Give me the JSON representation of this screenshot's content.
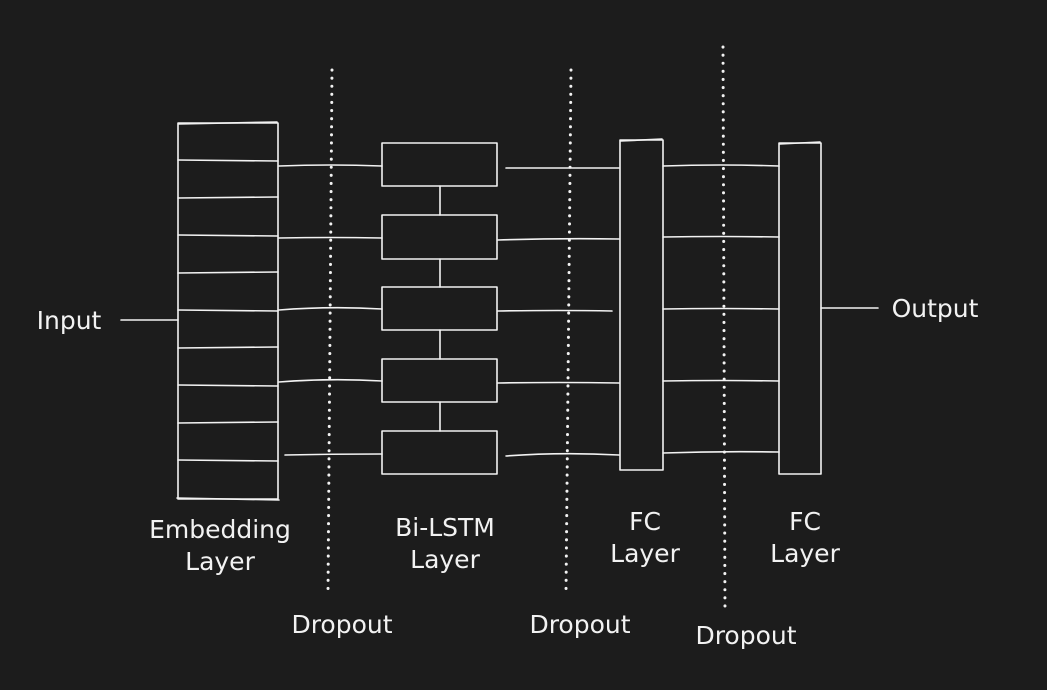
{
  "labels": {
    "input": "Input",
    "output": "Output",
    "embedding_line1": "Embedding",
    "embedding_line2": "Layer",
    "bilstm_line1": "Bi-LSTM",
    "bilstm_line2": "Layer",
    "fc1_line1": "FC",
    "fc1_line2": "Layer",
    "fc2_line1": "FC",
    "fc2_line2": "Layer",
    "dropout1": "Dropout",
    "dropout2": "Dropout",
    "dropout3": "Dropout"
  },
  "colors": {
    "background": "#1c1c1c",
    "stroke": "#f2f2f2"
  }
}
